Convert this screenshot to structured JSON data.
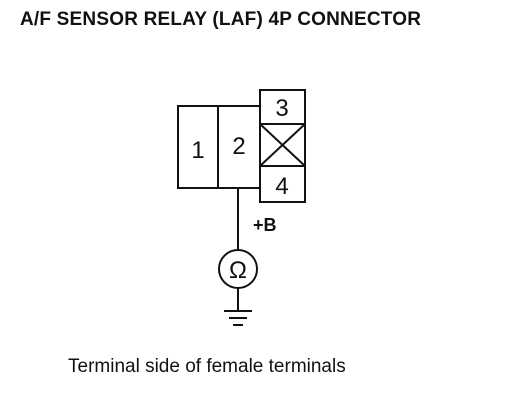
{
  "title": "A/F SENSOR RELAY (LAF) 4P CONNECTOR",
  "connector": {
    "terminals": [
      "1",
      "2",
      "3",
      "4"
    ],
    "unused_terminal": "between 3 and 4"
  },
  "label_plus_b": "+B",
  "meter_symbol": "Ω",
  "icons": {
    "meter": "ohmmeter-icon",
    "ground": "ground-icon",
    "empty_cavity": "x-cavity-icon"
  },
  "caption": "Terminal side of female terminals"
}
